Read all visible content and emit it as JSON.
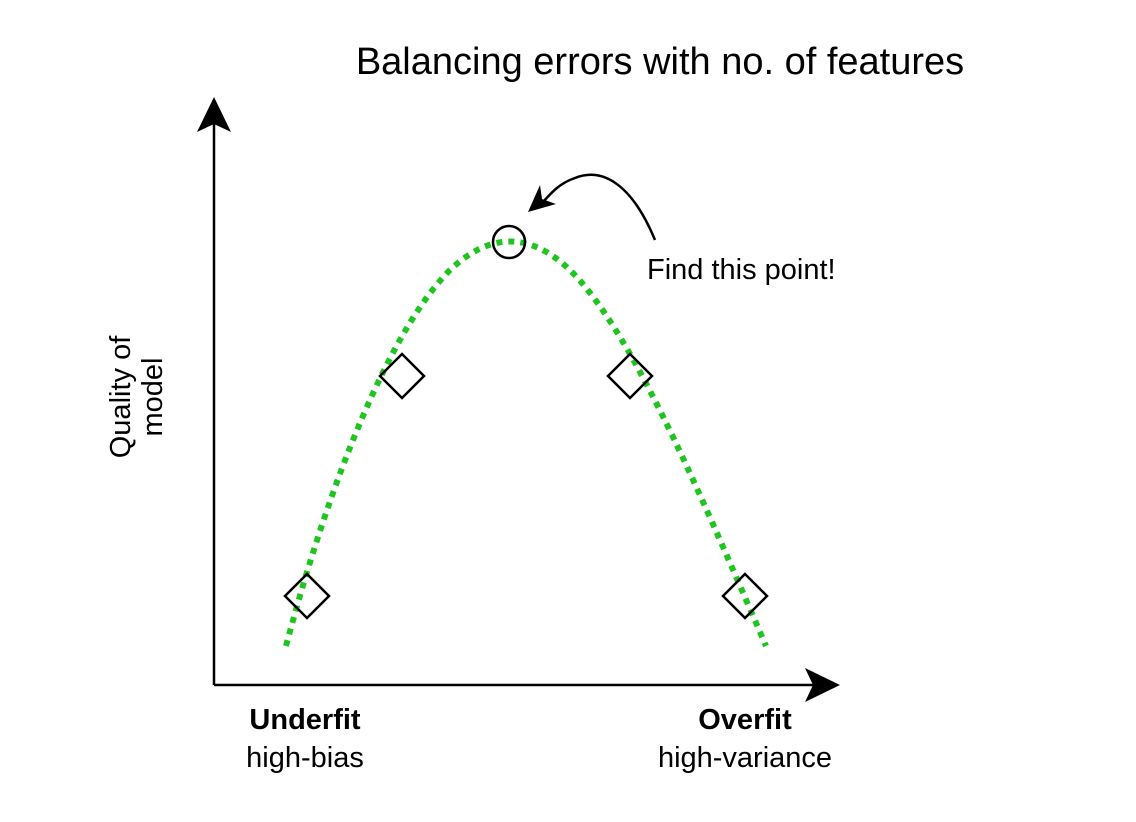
{
  "diagram": {
    "title": "Balancing errors with no. of features",
    "y_axis_label_line1": "Quality of",
    "y_axis_label_line2": "model",
    "x_left_label": "Underfit",
    "x_left_sublabel": "high-bias",
    "x_right_label": "Overfit",
    "x_right_sublabel": "high-variance",
    "annotation": "Find this point!"
  },
  "colors": {
    "curve": "#1fc41f",
    "axes": "#000000",
    "markers": "#000000"
  },
  "icons": {
    "markers": "diamond-marker",
    "optimum": "circle-marker",
    "pointer": "curved-arrow"
  }
}
